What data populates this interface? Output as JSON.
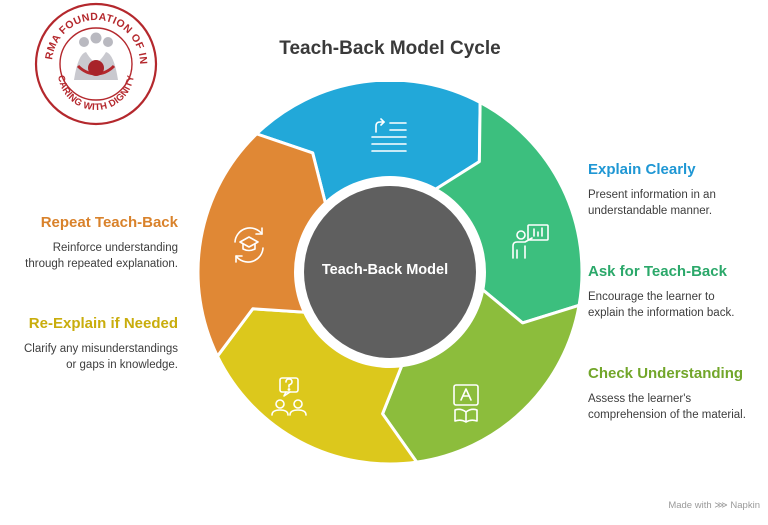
{
  "logo": {
    "text_top": "DHARMA FOUNDATION OF INDIA",
    "text_bottom": "CARING WITH DIGNITY"
  },
  "title": "Teach-Back Model Cycle",
  "center": {
    "label": "Teach-Back Model"
  },
  "segments": [
    {
      "id": "explain-clearly",
      "color": "#22a8d9",
      "icon": "list-return-icon"
    },
    {
      "id": "ask-for-teach-back",
      "color": "#3cbf7e",
      "icon": "presenter-board-icon"
    },
    {
      "id": "check-understanding",
      "color": "#8cbd3c",
      "icon": "learning-tablet-icon"
    },
    {
      "id": "re-explain-if-needed",
      "color": "#dcc81c",
      "icon": "question-people-icon"
    },
    {
      "id": "repeat-teach-back",
      "color": "#e08835",
      "icon": "repeat-graduation-icon"
    }
  ],
  "steps": {
    "explain_clearly": {
      "title": "Explain Clearly",
      "desc1": "Present information in an",
      "desc2": "understandable manner."
    },
    "ask_for_teach_back": {
      "title": "Ask for Teach-Back",
      "desc1": "Encourage the learner to",
      "desc2": "explain the information back."
    },
    "check_understanding": {
      "title": "Check Understanding",
      "desc1": "Assess the learner's",
      "desc2": "comprehension of the material."
    },
    "repeat_teach_back": {
      "title": "Repeat Teach-Back",
      "desc1": "Reinforce understanding",
      "desc2": "through repeated explanation."
    },
    "re_explain_if_needed": {
      "title": "Re-Explain if Needed",
      "desc1": "Clarify any misunderstandings",
      "desc2": "or gaps in knowledge."
    }
  },
  "footer": {
    "made_with": "Made with ⋙ Napkin"
  }
}
